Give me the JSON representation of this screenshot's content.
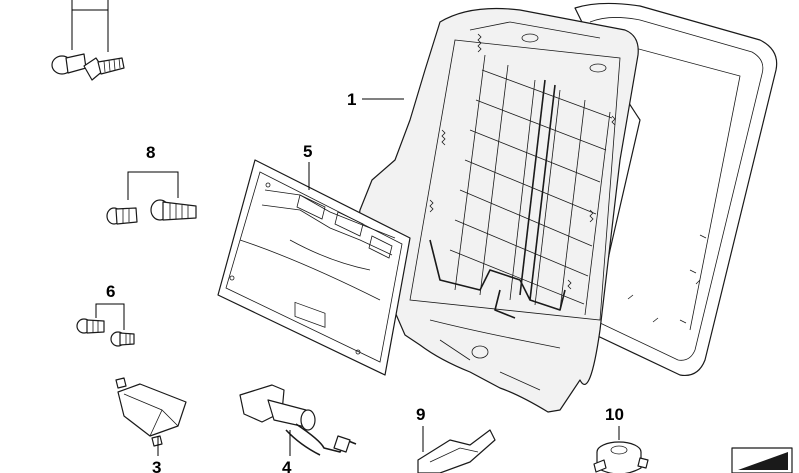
{
  "diagram": {
    "callouts": {
      "c1": "1",
      "c3": "3",
      "c4": "4",
      "c5": "5",
      "c6": "6",
      "c8": "8",
      "c9": "9",
      "c10": "10"
    },
    "colors": {
      "line": "#1a1a1a",
      "shade": "#f2f2f2",
      "background": "#ffffff"
    }
  }
}
